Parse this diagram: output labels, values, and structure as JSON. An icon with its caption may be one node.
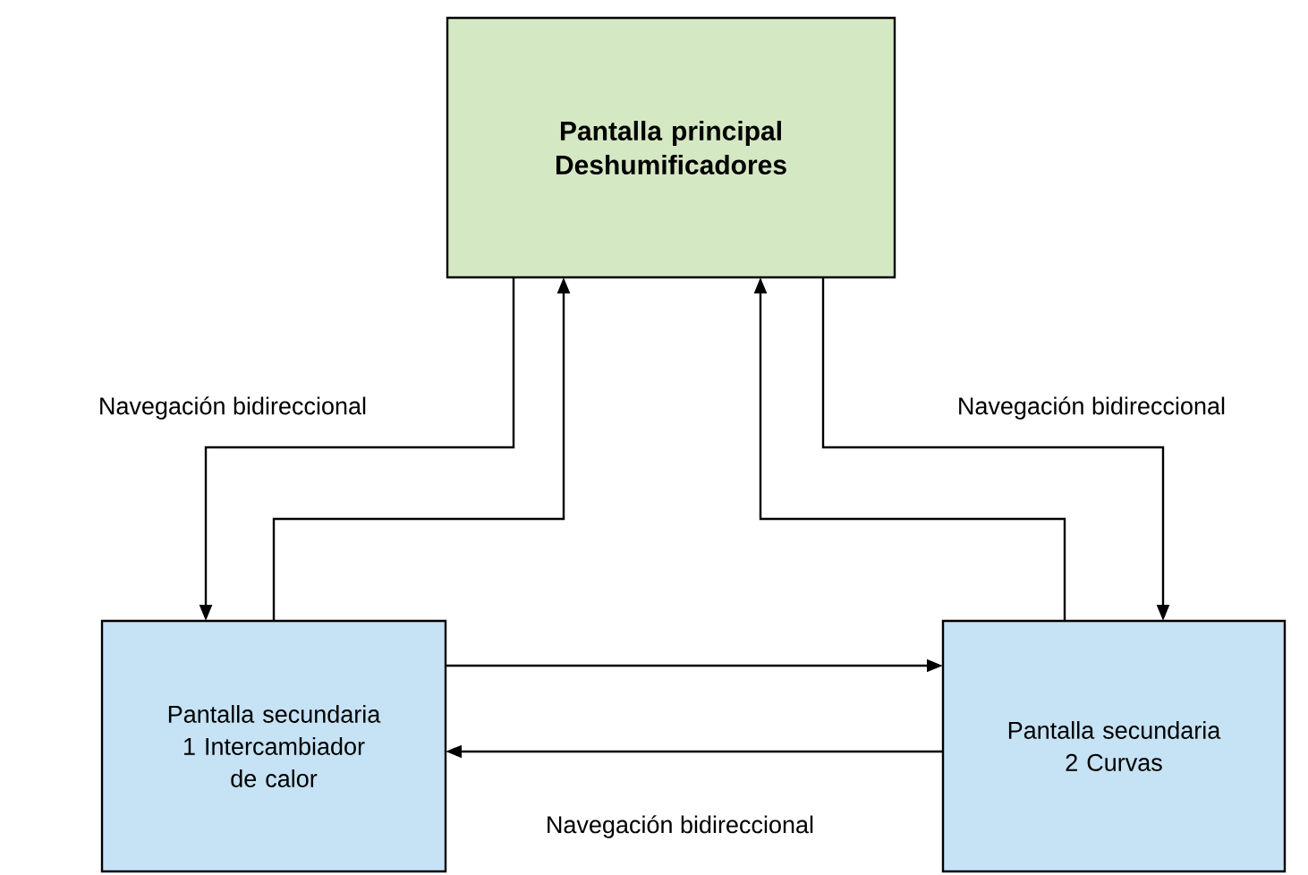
{
  "diagram": {
    "nodes": [
      {
        "text": [
          "**Pantalla principal Deshumificadores**"
        ]
      },
      {
        "text": [
          "Pantalla secundaria 1 Intercambiador de calor"
        ]
      },
      {
        "text": [
          "Pantalla secundaria 2 Curvas"
        ]
      }
    ],
    "edges": [
      {
        "from": 0,
        "to": 1,
        "arrow": "to"
      },
      {
        "from": 1,
        "to": 0,
        "arrow": "to"
      },
      {
        "from": 2,
        "to": 0,
        "arrow": "to"
      },
      {
        "from": 0,
        "to": 2,
        "arrow": "to"
      },
      {
        "from": 1,
        "to": 2,
        "arrow": "to"
      },
      {
        "from": 2,
        "to": 1,
        "arrow": "to"
      }
    ],
    "labels": [
      "Navegación bidireccional",
      "Navegación bidireccional",
      "Navegación bidireccional"
    ]
  }
}
